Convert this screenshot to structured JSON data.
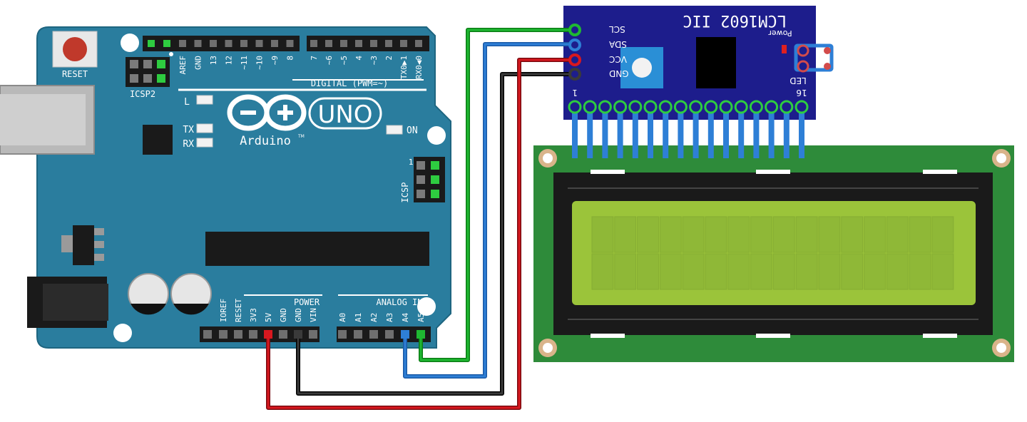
{
  "arduino": {
    "reset_label": "RESET",
    "icsp2_label": "ICSP2",
    "icsp_label": "ICSP",
    "icsp_pin1": "1",
    "digital_header_label": "DIGITAL (PWM=~)",
    "digital_pins": [
      "AREF",
      "GND",
      "13",
      "12",
      "~11",
      "~10",
      "~9",
      "8",
      "7",
      "~6",
      "~5",
      "4",
      "~3",
      "2",
      "TX0▶1",
      "RX0◀0"
    ],
    "led_l": "L",
    "led_tx": "TX",
    "led_rx": "RX",
    "led_on": "ON",
    "brand_uno": "UNO",
    "brand_name": "Arduino",
    "brand_tm": "TM",
    "power_label": "POWER",
    "power_pins": [
      "IOREF",
      "RESET",
      "3V3",
      "5V",
      "GND",
      "GND",
      "VIN"
    ],
    "analog_label": "ANALOG IN",
    "analog_pins": [
      "A0",
      "A1",
      "A2",
      "A3",
      "A4",
      "A5"
    ]
  },
  "i2c_module": {
    "title": "LCM1602 IIC",
    "pins": [
      "SCL",
      "SDA",
      "VCC",
      "GND"
    ],
    "power_label": "Power",
    "led_label": "LED",
    "pin_first": "1",
    "pin_last": "16"
  },
  "lcd": {
    "columns": 16,
    "rows": 2
  },
  "wires": [
    {
      "name": "scl-wire",
      "from": "A5",
      "to": "SCL",
      "color": "#1fb832"
    },
    {
      "name": "sda-wire",
      "from": "A4",
      "to": "SDA",
      "color": "#2e7fd6"
    },
    {
      "name": "gnd-wire",
      "from": "GND",
      "to": "GND",
      "color": "#111111"
    },
    {
      "name": "vcc-wire",
      "from": "5V",
      "to": "VCC",
      "color": "#c8141b"
    }
  ],
  "colors": {
    "board": "#2a7d9e",
    "module": "#1d1d8c",
    "pcb": "#2e8b3a",
    "lcd_screen": "#9bc43a"
  }
}
